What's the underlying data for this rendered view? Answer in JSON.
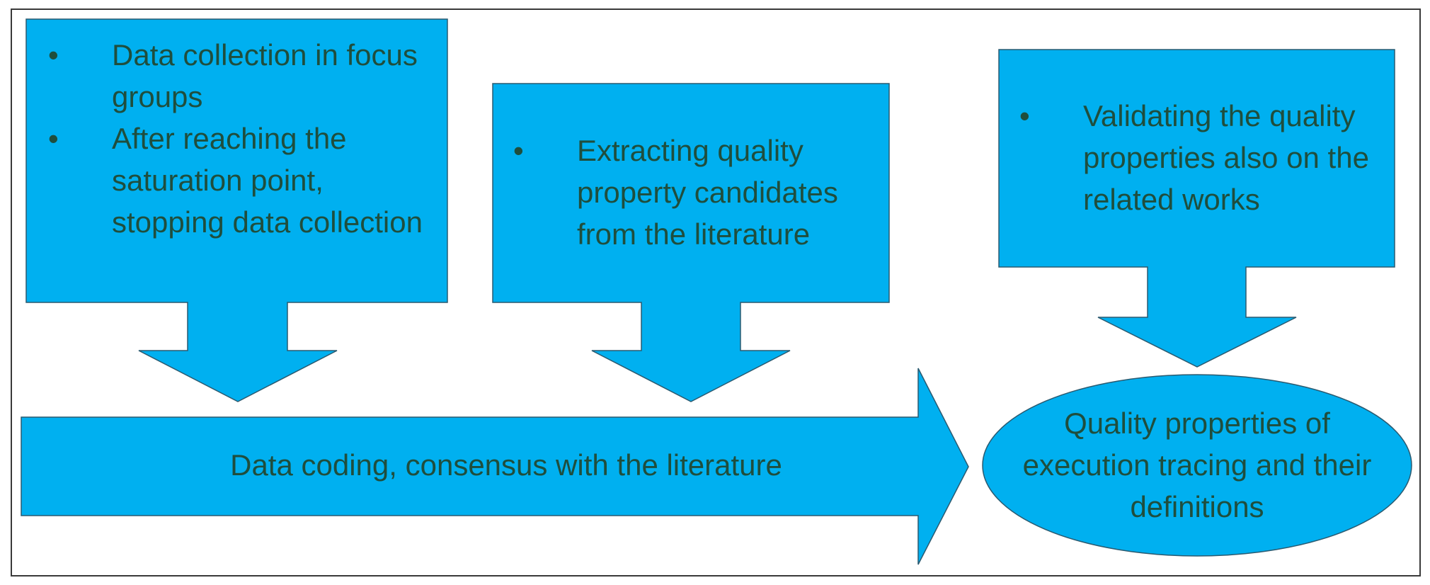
{
  "colors": {
    "shape_fill": "#00b0f0",
    "text": "#1f4e3d",
    "border": "#3a3a3a"
  },
  "boxes": [
    {
      "bullets": [
        "Data collection in focus groups",
        "After reaching the saturation point, stopping data collection"
      ]
    },
    {
      "bullets": [
        "Extracting quality property candidates from the literature"
      ]
    },
    {
      "bullets": [
        "Validating the quality properties also on the related works"
      ]
    }
  ],
  "process_arrow": {
    "label": "Data coding, consensus with the literature"
  },
  "result_ellipse": {
    "label": "Quality properties of execution tracing and their definitions"
  }
}
